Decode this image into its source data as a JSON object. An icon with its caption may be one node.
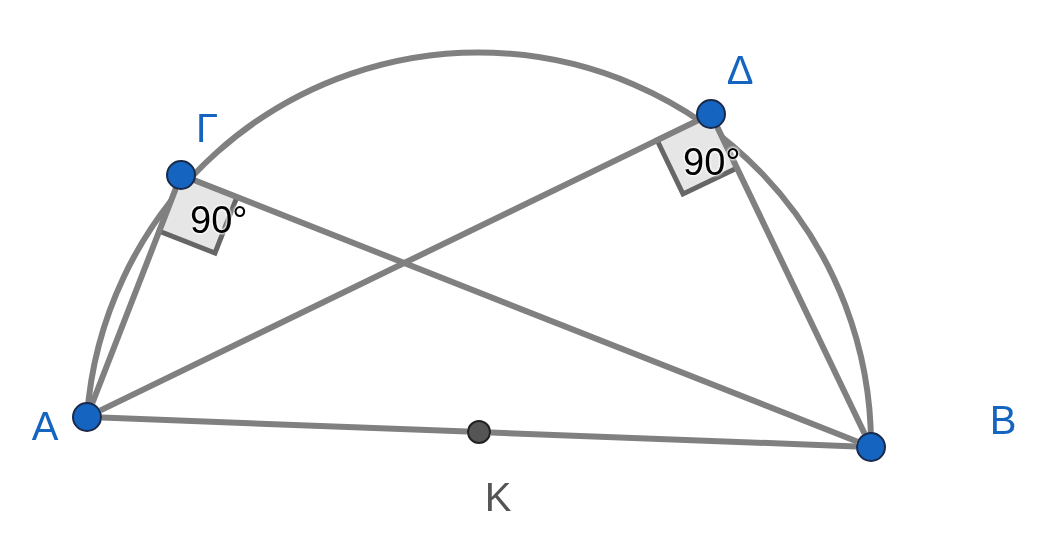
{
  "diagram": {
    "nodes": [
      {
        "text": [
          "Γ"
        ]
      },
      {
        "text": [
          "Δ"
        ]
      },
      {
        "text": [
          "A"
        ]
      },
      {
        "text": [
          "B"
        ]
      },
      {
        "text": [
          "K"
        ]
      }
    ],
    "edges": [
      {
        "from": 2,
        "to": 0,
        "arrow": "none"
      },
      {
        "from": 0,
        "to": 3,
        "arrow": "none"
      },
      {
        "from": 2,
        "to": 1,
        "arrow": "none"
      },
      {
        "from": 1,
        "to": 3,
        "arrow": "none"
      },
      {
        "from": 2,
        "to": 4,
        "arrow": "none"
      },
      {
        "from": 4,
        "to": 3,
        "arrow": "none"
      }
    ],
    "labels": [
      "90°",
      "90°"
    ]
  }
}
